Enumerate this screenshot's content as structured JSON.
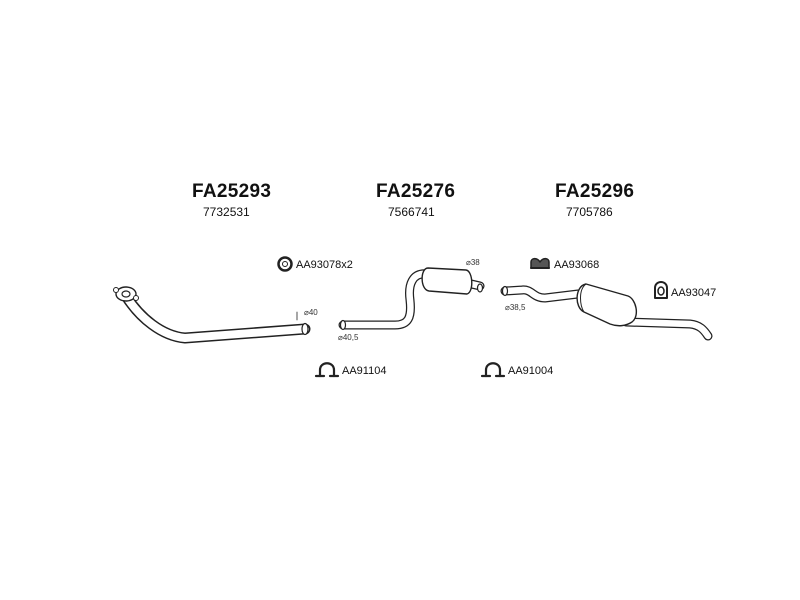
{
  "parts": [
    {
      "code": "FA25293",
      "ref": "7732531"
    },
    {
      "code": "FA25276",
      "ref": "7566741"
    },
    {
      "code": "FA25296",
      "ref": "7705786"
    }
  ],
  "accessories": [
    {
      "label": "AA93078x2",
      "icon": "ring-gasket-icon"
    },
    {
      "label": "AA93068",
      "icon": "rubber-hanger-icon"
    },
    {
      "label": "AA93047",
      "icon": "rubber-ring-icon"
    },
    {
      "label": "AA91104",
      "icon": "u-clamp-icon"
    },
    {
      "label": "AA91004",
      "icon": "u-clamp-icon"
    }
  ],
  "diameters": [
    "⌀40",
    "⌀40,5",
    "⌀38",
    "⌀38,5"
  ]
}
